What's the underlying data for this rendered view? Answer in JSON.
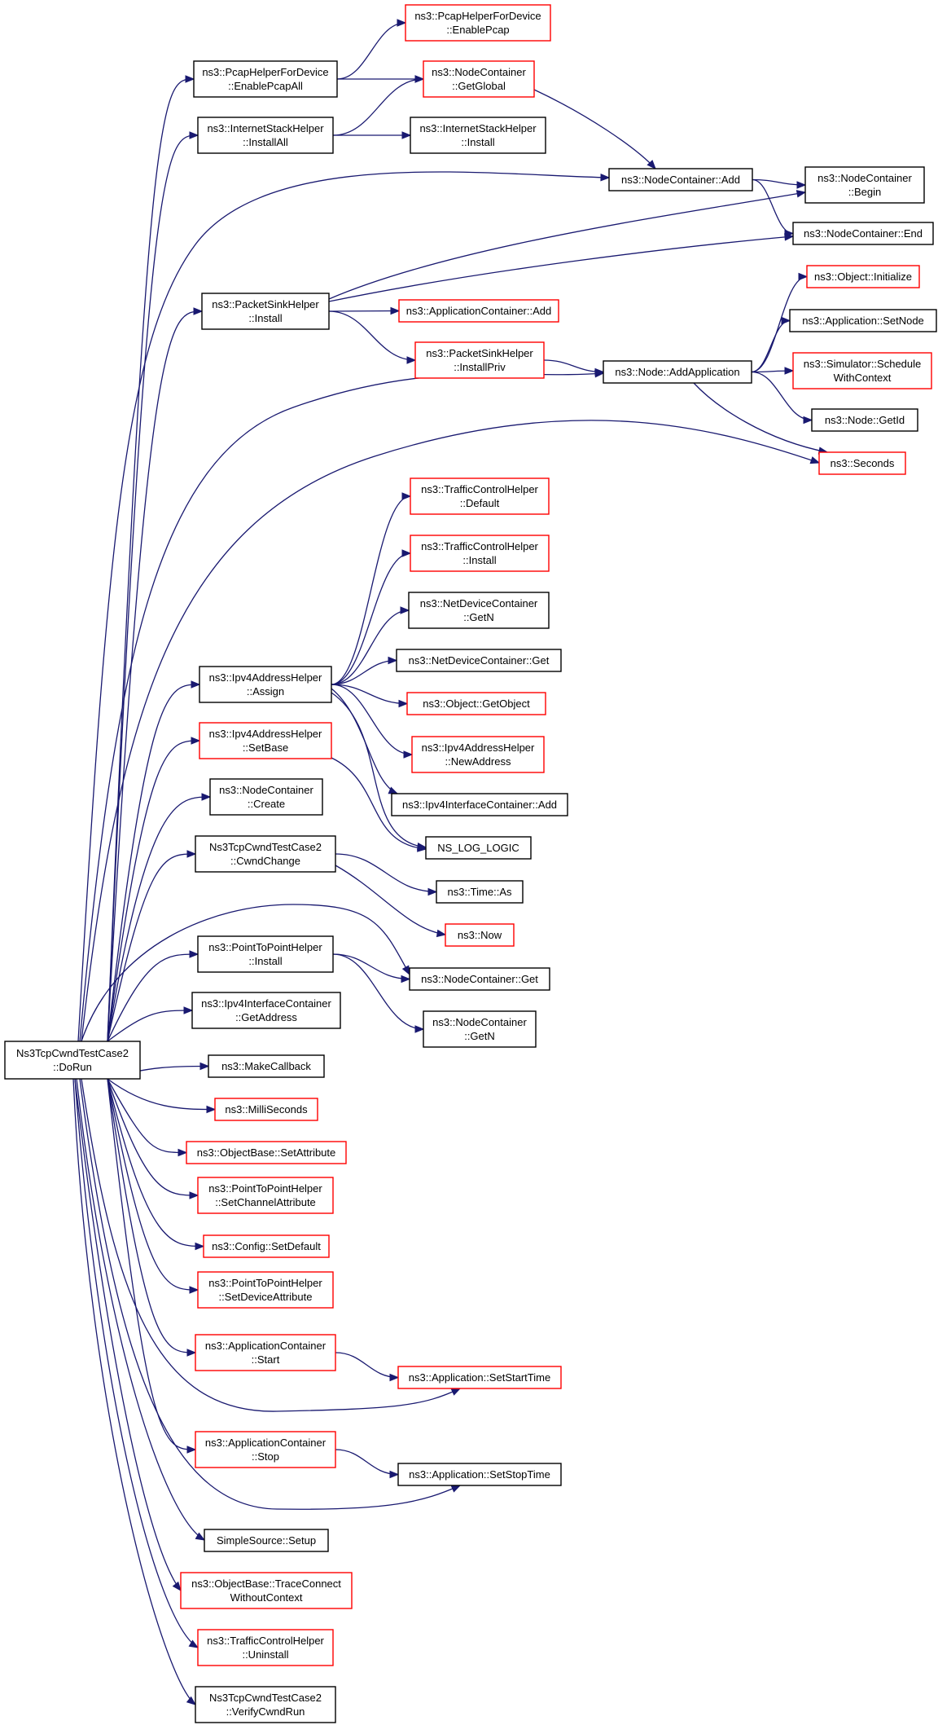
{
  "graph": {
    "title": "",
    "colors": {
      "edge": "#191970",
      "border_normal": "#000000",
      "border_incomplete": "#ff0000",
      "root_fill": "#bfbfbf",
      "node_fill": "#ffffff"
    },
    "nodes": [
      {
        "id": "root",
        "lines": [
          "Ns3TcpCwndTestCase2",
          "::DoRun"
        ],
        "style": "root"
      },
      {
        "id": "pcapAll",
        "lines": [
          "ns3::PcapHelperForDevice",
          "::EnablePcapAll"
        ],
        "style": "normal"
      },
      {
        "id": "pcap",
        "lines": [
          "ns3::PcapHelperForDevice",
          "::EnablePcap"
        ],
        "style": "red"
      },
      {
        "id": "getGlobal",
        "lines": [
          "ns3::NodeContainer",
          "::GetGlobal"
        ],
        "style": "red"
      },
      {
        "id": "installAll",
        "lines": [
          "ns3::InternetStackHelper",
          "::InstallAll"
        ],
        "style": "normal"
      },
      {
        "id": "ishInstall",
        "lines": [
          "ns3::InternetStackHelper",
          "::Install"
        ],
        "style": "normal"
      },
      {
        "id": "ncAdd",
        "lines": [
          "ns3::NodeContainer::Add"
        ],
        "style": "normal"
      },
      {
        "id": "ncBegin",
        "lines": [
          "ns3::NodeContainer",
          "::Begin"
        ],
        "style": "normal"
      },
      {
        "id": "ncEnd",
        "lines": [
          "ns3::NodeContainer::End"
        ],
        "style": "normal"
      },
      {
        "id": "objInit",
        "lines": [
          "ns3::Object::Initialize"
        ],
        "style": "red"
      },
      {
        "id": "psInstall",
        "lines": [
          "ns3::PacketSinkHelper",
          "::Install"
        ],
        "style": "normal"
      },
      {
        "id": "appSetNode",
        "lines": [
          "ns3::Application::SetNode"
        ],
        "style": "normal"
      },
      {
        "id": "acAdd",
        "lines": [
          "ns3::ApplicationContainer::Add"
        ],
        "style": "red"
      },
      {
        "id": "simSched",
        "lines": [
          "ns3::Simulator::Schedule",
          "WithContext"
        ],
        "style": "red"
      },
      {
        "id": "psInstallPriv",
        "lines": [
          "ns3::PacketSinkHelper",
          "::InstallPriv"
        ],
        "style": "red"
      },
      {
        "id": "nodeAddApp",
        "lines": [
          "ns3::Node::AddApplication"
        ],
        "style": "normal"
      },
      {
        "id": "nodeGetId",
        "lines": [
          "ns3::Node::GetId"
        ],
        "style": "normal"
      },
      {
        "id": "seconds",
        "lines": [
          "ns3::Seconds"
        ],
        "style": "red"
      },
      {
        "id": "tchDefault",
        "lines": [
          "ns3::TrafficControlHelper",
          "::Default"
        ],
        "style": "red"
      },
      {
        "id": "tchInstall",
        "lines": [
          "ns3::TrafficControlHelper",
          "::Install"
        ],
        "style": "red"
      },
      {
        "id": "ndcGetN",
        "lines": [
          "ns3::NetDeviceContainer",
          "::GetN"
        ],
        "style": "normal"
      },
      {
        "id": "ndcGet",
        "lines": [
          "ns3::NetDeviceContainer::Get"
        ],
        "style": "normal"
      },
      {
        "id": "ipv4Assign",
        "lines": [
          "ns3::Ipv4AddressHelper",
          "::Assign"
        ],
        "style": "normal"
      },
      {
        "id": "objGetObject",
        "lines": [
          "ns3::Object::GetObject"
        ],
        "style": "red"
      },
      {
        "id": "ipv4SetBase",
        "lines": [
          "ns3::Ipv4AddressHelper",
          "::SetBase"
        ],
        "style": "red"
      },
      {
        "id": "ipv4NewAddr",
        "lines": [
          "ns3::Ipv4AddressHelper",
          "::NewAddress"
        ],
        "style": "red"
      },
      {
        "id": "ncCreate",
        "lines": [
          "ns3::NodeContainer",
          "::Create"
        ],
        "style": "normal"
      },
      {
        "id": "iicAdd",
        "lines": [
          "ns3::Ipv4InterfaceContainer::Add"
        ],
        "style": "normal"
      },
      {
        "id": "nsLog",
        "lines": [
          "NS_LOG_LOGIC"
        ],
        "style": "normal"
      },
      {
        "id": "cwndChange",
        "lines": [
          "Ns3TcpCwndTestCase2",
          "::CwndChange"
        ],
        "style": "normal"
      },
      {
        "id": "timeAs",
        "lines": [
          "ns3::Time::As"
        ],
        "style": "normal"
      },
      {
        "id": "now",
        "lines": [
          "ns3::Now"
        ],
        "style": "red"
      },
      {
        "id": "p2pInstall",
        "lines": [
          "ns3::PointToPointHelper",
          "::Install"
        ],
        "style": "normal"
      },
      {
        "id": "ncGet",
        "lines": [
          "ns3::NodeContainer::Get"
        ],
        "style": "normal"
      },
      {
        "id": "iicGetAddr",
        "lines": [
          "ns3::Ipv4InterfaceContainer",
          "::GetAddress"
        ],
        "style": "normal"
      },
      {
        "id": "ncGetN",
        "lines": [
          "ns3::NodeContainer",
          "::GetN"
        ],
        "style": "normal"
      },
      {
        "id": "makeCb",
        "lines": [
          "ns3::MakeCallback"
        ],
        "style": "normal"
      },
      {
        "id": "milli",
        "lines": [
          "ns3::MilliSeconds"
        ],
        "style": "red"
      },
      {
        "id": "obSetAttr",
        "lines": [
          "ns3::ObjectBase::SetAttribute"
        ],
        "style": "red"
      },
      {
        "id": "p2pChanAttr",
        "lines": [
          "ns3::PointToPointHelper",
          "::SetChannelAttribute"
        ],
        "style": "red"
      },
      {
        "id": "cfgSetDefault",
        "lines": [
          "ns3::Config::SetDefault"
        ],
        "style": "red"
      },
      {
        "id": "p2pDevAttr",
        "lines": [
          "ns3::PointToPointHelper",
          "::SetDeviceAttribute"
        ],
        "style": "red"
      },
      {
        "id": "acStart",
        "lines": [
          "ns3::ApplicationContainer",
          "::Start"
        ],
        "style": "red"
      },
      {
        "id": "appSetStart",
        "lines": [
          "ns3::Application::SetStartTime"
        ],
        "style": "red"
      },
      {
        "id": "acStop",
        "lines": [
          "ns3::ApplicationContainer",
          "::Stop"
        ],
        "style": "red"
      },
      {
        "id": "appSetStop",
        "lines": [
          "ns3::Application::SetStopTime"
        ],
        "style": "normal"
      },
      {
        "id": "ssSetup",
        "lines": [
          "SimpleSource::Setup"
        ],
        "style": "normal"
      },
      {
        "id": "obTrace",
        "lines": [
          "ns3::ObjectBase::TraceConnect",
          "WithoutContext"
        ],
        "style": "red"
      },
      {
        "id": "tchUninstall",
        "lines": [
          "ns3::TrafficControlHelper",
          "::Uninstall"
        ],
        "style": "red"
      },
      {
        "id": "verifyCwnd",
        "lines": [
          "Ns3TcpCwndTestCase2",
          "::VerifyCwndRun"
        ],
        "style": "normal"
      }
    ],
    "edges": [
      [
        "root",
        "pcapAll"
      ],
      [
        "root",
        "installAll"
      ],
      [
        "root",
        "ncAdd"
      ],
      [
        "root",
        "psInstall"
      ],
      [
        "root",
        "nodeAddApp"
      ],
      [
        "root",
        "seconds"
      ],
      [
        "root",
        "ipv4Assign"
      ],
      [
        "root",
        "ipv4SetBase"
      ],
      [
        "root",
        "ncCreate"
      ],
      [
        "root",
        "cwndChange"
      ],
      [
        "root",
        "ncGet"
      ],
      [
        "root",
        "p2pInstall"
      ],
      [
        "root",
        "iicGetAddr"
      ],
      [
        "root",
        "makeCb"
      ],
      [
        "root",
        "milli"
      ],
      [
        "root",
        "obSetAttr"
      ],
      [
        "root",
        "p2pChanAttr"
      ],
      [
        "root",
        "cfgSetDefault"
      ],
      [
        "root",
        "p2pDevAttr"
      ],
      [
        "root",
        "acStart"
      ],
      [
        "root",
        "appSetStart"
      ],
      [
        "root",
        "acStop"
      ],
      [
        "root",
        "appSetStop"
      ],
      [
        "root",
        "ssSetup"
      ],
      [
        "root",
        "obTrace"
      ],
      [
        "root",
        "tchUninstall"
      ],
      [
        "root",
        "verifyCwnd"
      ],
      [
        "pcapAll",
        "pcap"
      ],
      [
        "pcapAll",
        "getGlobal"
      ],
      [
        "installAll",
        "getGlobal"
      ],
      [
        "installAll",
        "ishInstall"
      ],
      [
        "getGlobal",
        "ncAdd"
      ],
      [
        "ncAdd",
        "ncBegin"
      ],
      [
        "ncAdd",
        "ncEnd"
      ],
      [
        "psInstall",
        "ncBegin"
      ],
      [
        "psInstall",
        "ncEnd"
      ],
      [
        "psInstall",
        "acAdd"
      ],
      [
        "psInstall",
        "psInstallPriv"
      ],
      [
        "psInstallPriv",
        "nodeAddApp"
      ],
      [
        "nodeAddApp",
        "objInit"
      ],
      [
        "nodeAddApp",
        "appSetNode"
      ],
      [
        "nodeAddApp",
        "simSched"
      ],
      [
        "nodeAddApp",
        "nodeGetId"
      ],
      [
        "nodeAddApp",
        "seconds"
      ],
      [
        "ipv4Assign",
        "tchDefault"
      ],
      [
        "ipv4Assign",
        "tchInstall"
      ],
      [
        "ipv4Assign",
        "ndcGetN"
      ],
      [
        "ipv4Assign",
        "ndcGet"
      ],
      [
        "ipv4Assign",
        "objGetObject"
      ],
      [
        "ipv4Assign",
        "ipv4NewAddr"
      ],
      [
        "ipv4Assign",
        "iicAdd"
      ],
      [
        "ipv4Assign",
        "nsLog"
      ],
      [
        "ipv4SetBase",
        "nsLog"
      ],
      [
        "cwndChange",
        "timeAs"
      ],
      [
        "cwndChange",
        "now"
      ],
      [
        "p2pInstall",
        "ncGet"
      ],
      [
        "p2pInstall",
        "ncGetN"
      ],
      [
        "acStart",
        "appSetStart"
      ],
      [
        "acStop",
        "appSetStop"
      ]
    ]
  }
}
